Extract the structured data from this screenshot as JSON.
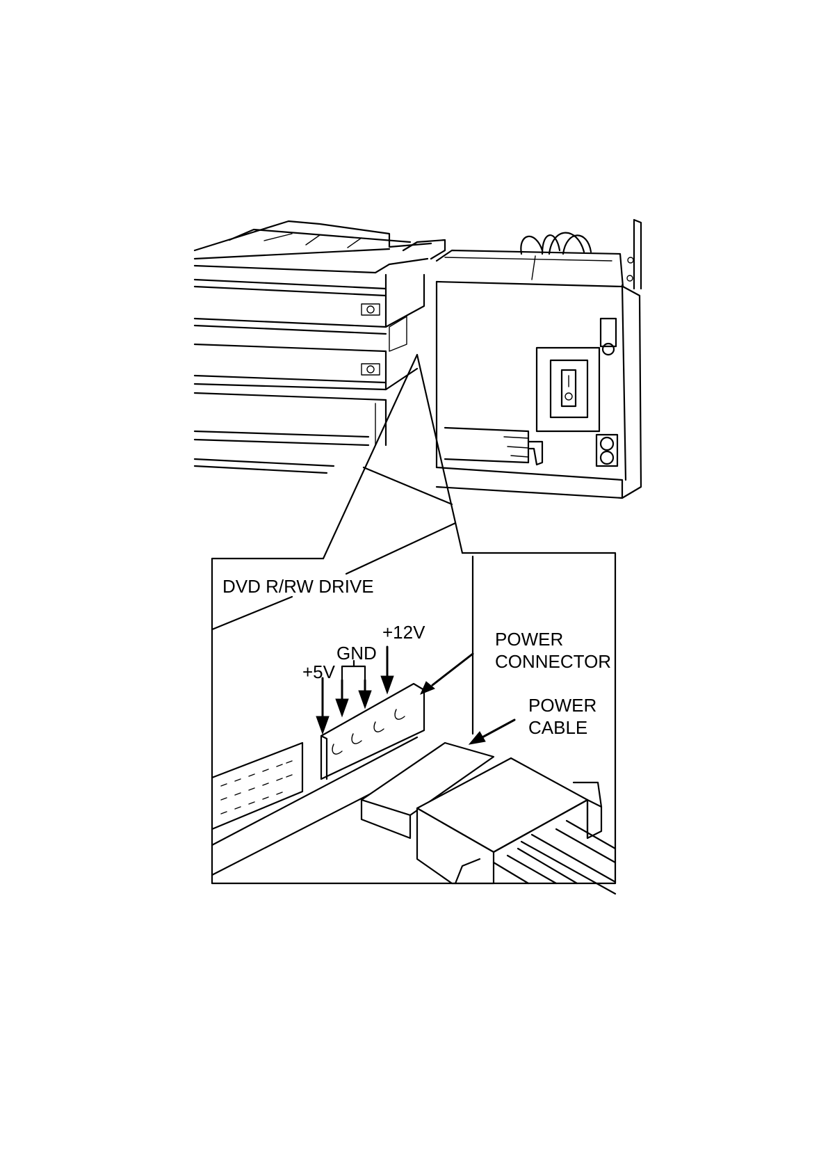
{
  "labels": {
    "drive": "DVD R/RW DRIVE",
    "plus12v": "+12V",
    "gnd": "GND",
    "plus5v": "+5V",
    "power_connector_line1": "POWER",
    "power_connector_line2": "CONNECTOR",
    "power_cable_line1": "POWER",
    "power_cable_line2": "CABLE"
  }
}
